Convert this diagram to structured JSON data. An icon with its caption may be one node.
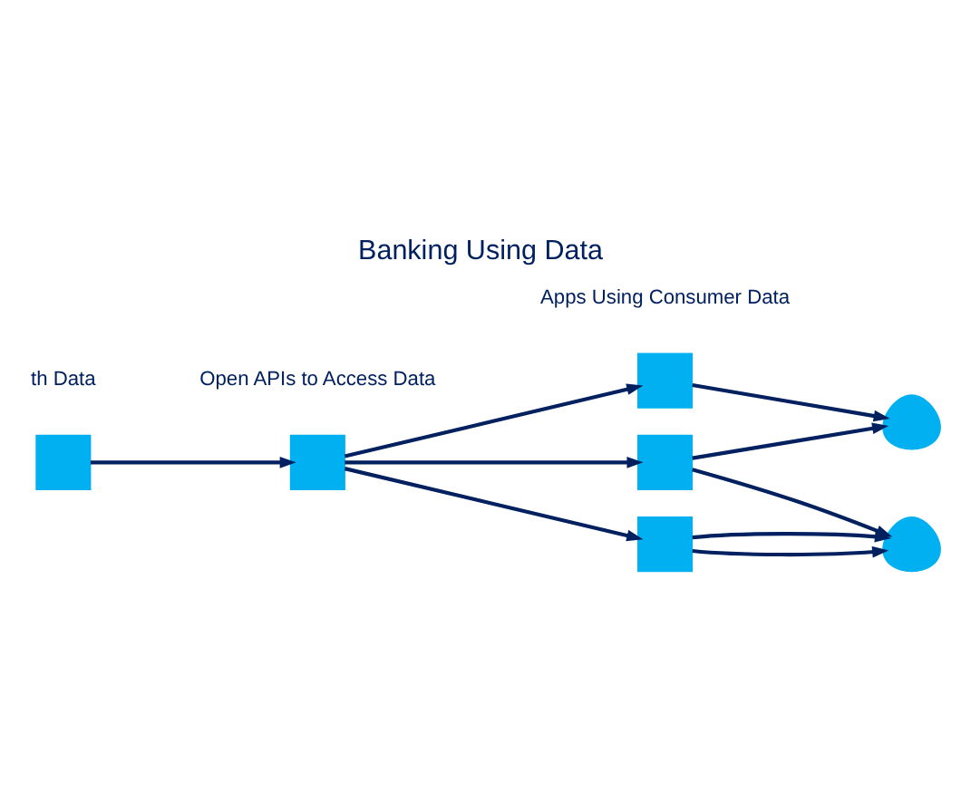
{
  "diagram": {
    "title": "Banking Using Data",
    "nodes": [
      {
        "text": [],
        "shape": "box"
      },
      {
        "text": [],
        "shape": "box"
      },
      {
        "text": [],
        "shape": "box"
      },
      {
        "text": [],
        "shape": "box"
      },
      {
        "text": [],
        "shape": "box"
      },
      {
        "text": [],
        "shape": "person"
      },
      {
        "text": [],
        "shape": "person"
      }
    ],
    "edges": [
      {
        "from": 0,
        "to": 1,
        "arrow": "to"
      },
      {
        "from": 1,
        "to": 2,
        "arrow": "to"
      },
      {
        "from": 1,
        "to": 3,
        "arrow": "to"
      },
      {
        "from": 1,
        "to": 4,
        "arrow": "to"
      },
      {
        "from": 2,
        "to": 5,
        "arrow": "to"
      },
      {
        "from": 3,
        "to": 5,
        "arrow": "to"
      },
      {
        "from": 3,
        "to": 6,
        "arrow": "to"
      },
      {
        "from": 4,
        "to": 6,
        "arrow": "to"
      },
      {
        "from": 4,
        "to": 6,
        "arrow": "to"
      }
    ],
    "labels": [
      "th Data",
      "Open APIs to Access Data",
      "Apps Using Consumer Data"
    ]
  }
}
